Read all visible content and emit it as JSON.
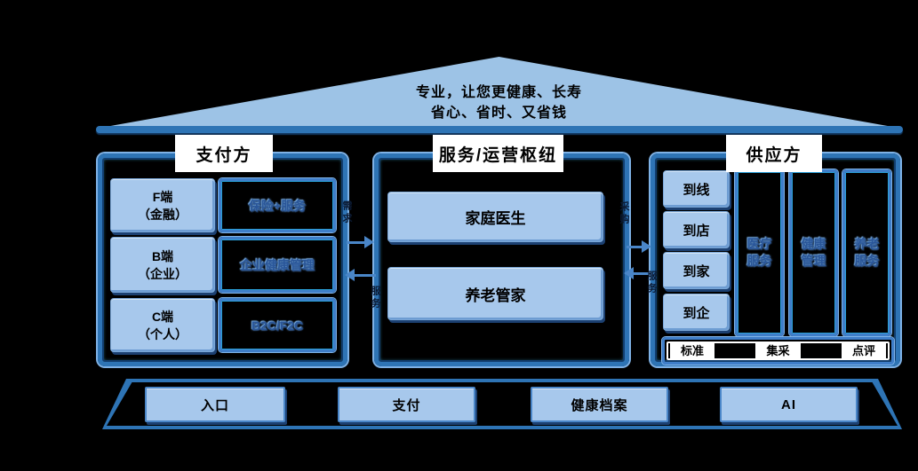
{
  "colors": {
    "background": "#000000",
    "roof_fill": "#9dc3e6",
    "panel_border": "#2e75b6",
    "light_box_fill": "#a7c8ec",
    "box_border": "#4a86c8",
    "glow_text": "#2a5699",
    "title_bg": "#ffffff",
    "text": "#000000"
  },
  "roof": {
    "line1": "专业，让您更健康、长寿",
    "line2": "省心、省时、又省钱"
  },
  "payer": {
    "title": "支付方",
    "rows": [
      {
        "seg_line1": "F端",
        "seg_line2": "（金融）",
        "offer": "保险+服务"
      },
      {
        "seg_line1": "B端",
        "seg_line2": "（企业）",
        "offer": "企业健康管理"
      },
      {
        "seg_line1": "C端",
        "seg_line2": "（个人）",
        "offer": "B2C/F2C"
      }
    ]
  },
  "hub": {
    "title": "服务/运营枢纽",
    "boxes": [
      "家庭医生",
      "养老管家"
    ]
  },
  "supplier": {
    "title": "供应方",
    "channels": [
      "到线",
      "到店",
      "到家",
      "到企"
    ],
    "services": [
      {
        "line1": "医疗",
        "line2": "服务"
      },
      {
        "line1": "健康",
        "line2": "管理"
      },
      {
        "line1": "养老",
        "line2": "服务"
      }
    ],
    "tags": [
      "标准",
      "集采",
      "点评"
    ]
  },
  "flows": {
    "payer_to_hub": "需求",
    "hub_to_payer": "服务",
    "hub_to_supplier": "采购",
    "supplier_to_hub": "服务"
  },
  "foundation": {
    "items": [
      "入口",
      "支付",
      "健康档案",
      "AI"
    ]
  }
}
